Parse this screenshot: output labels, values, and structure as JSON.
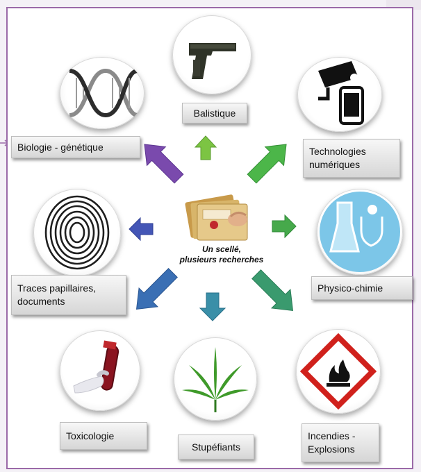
{
  "center": {
    "caption_line1": "Un scellé,",
    "caption_line2": "plusieurs recherches",
    "image_icon": "sealed-evidence-bags-icon"
  },
  "nodes": {
    "balistique": {
      "label": "Balistique",
      "icon": "handgun-icon",
      "arrow_color": "#7cc443"
    },
    "technologies": {
      "label_line1": "Technologies",
      "label_line2": "numériques",
      "icon": "cctv-camera-smartphone-icon",
      "arrow_color": "#4cb649"
    },
    "physico": {
      "label": "Physico-chimie",
      "icon": "lab-glassware-icon",
      "arrow_color": "#46a94b"
    },
    "incendies": {
      "label_line1": "Incendies -",
      "label_line2": "Explosions",
      "icon": "flammable-hazard-icon",
      "arrow_color": "#3a9a6e"
    },
    "stupefiants": {
      "label": "Stupéfiants",
      "icon": "cannabis-leaf-icon",
      "arrow_color": "#3a8fa8"
    },
    "toxicologie": {
      "label": "Toxicologie",
      "icon": "blood-test-tube-icon",
      "arrow_color": "#3a6fb4"
    },
    "traces": {
      "label_line1": "Traces papillaires,",
      "label_line2": "documents",
      "icon": "fingerprint-icon",
      "arrow_color": "#4456b6"
    },
    "biologie": {
      "label": "Biologie - génétique",
      "icon": "dna-helix-icon",
      "arrow_color": "#7a4aad"
    }
  },
  "colors": {
    "frame": "#9b6aa8"
  }
}
